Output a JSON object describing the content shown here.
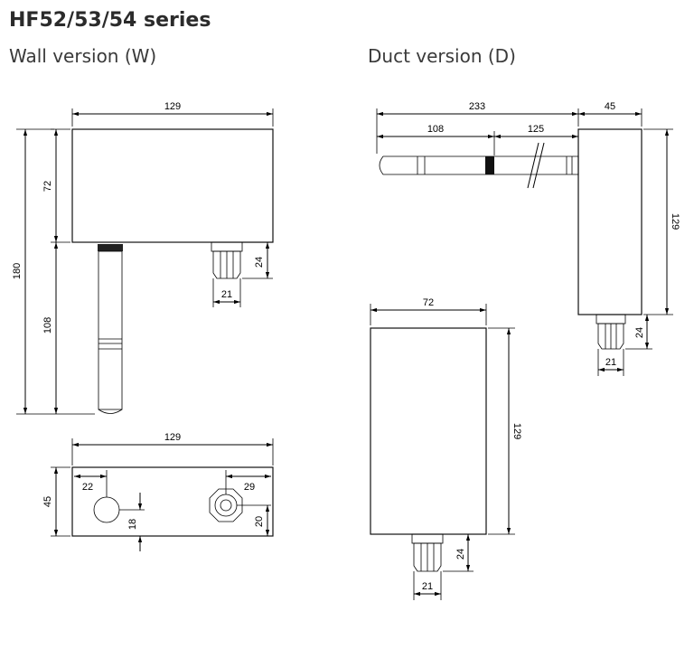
{
  "header": {
    "title": "HF52/53/54 series",
    "wall_label": "Wall version (W)",
    "duct_label": "Duct version (D)"
  },
  "wall_front": {
    "width": "129",
    "upper_height": "72",
    "total_height": "180",
    "probe_length": "108",
    "gland_height": "24",
    "gland_width": "21"
  },
  "wall_bottom": {
    "width": "129",
    "depth": "45",
    "hole1_x": "22",
    "hole1_y": "18",
    "hole2_x": "29",
    "hole2_y": "20"
  },
  "duct_side": {
    "total_length": "233",
    "probe_part": "108",
    "shaft_part": "125",
    "housing_width": "45",
    "housing_height": "129",
    "gland_height": "24",
    "gland_width": "21"
  },
  "duct_front": {
    "width": "72",
    "height": "129",
    "gland_height": "24",
    "gland_width": "21"
  }
}
